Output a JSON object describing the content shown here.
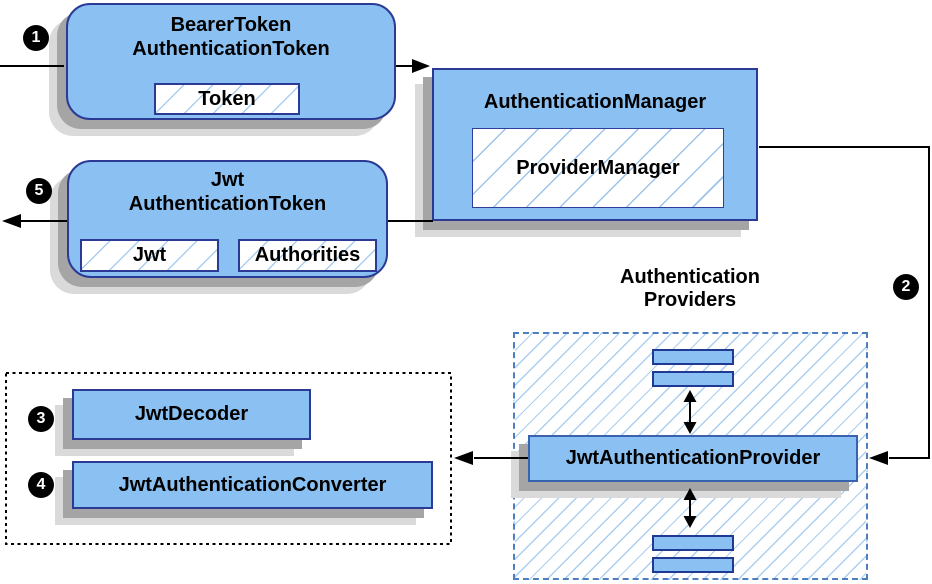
{
  "nodes": {
    "bearer": {
      "line1": "BearerToken",
      "line2": "AuthenticationToken",
      "chip": "Token"
    },
    "manager": {
      "title": "AuthenticationManager",
      "chip": "ProviderManager"
    },
    "jwt_token": {
      "line1": "Jwt",
      "line2": "AuthenticationToken",
      "chip_left": "Jwt",
      "chip_right": "Authorities"
    },
    "providers_group": {
      "line1": "Authentication",
      "line2": "Providers"
    },
    "jwt_provider": {
      "label": "JwtAuthenticationProvider"
    },
    "jwt_decoder": {
      "label": "JwtDecoder"
    },
    "jwt_converter": {
      "label": "JwtAuthenticationConverter"
    }
  },
  "badges": {
    "step1": "1",
    "step2": "2",
    "step3": "3",
    "step4": "4",
    "step5": "5"
  },
  "colors": {
    "node_fill": "#8bc1f2",
    "node_border": "#2b3a94",
    "hatch_line": "#a9cdf1",
    "providers_dash_border": "#4d7ec0",
    "shadow": "#a5a5a5",
    "connector": "#000000"
  }
}
